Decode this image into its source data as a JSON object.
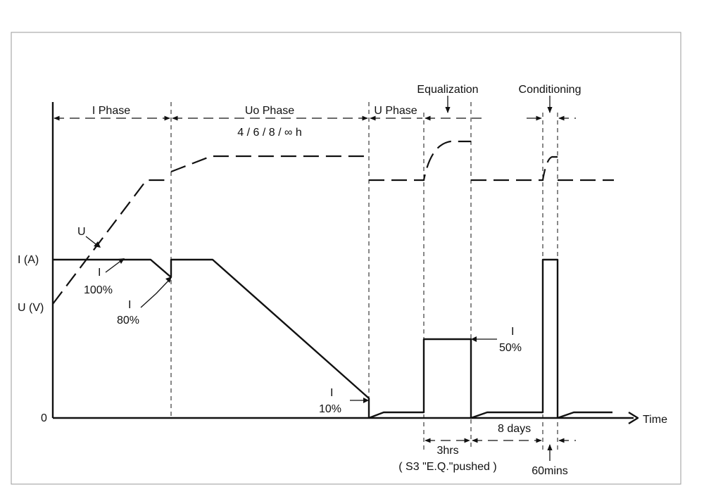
{
  "axes": {
    "y_tick_current": "I (A)",
    "y_tick_voltage": "U (V)",
    "y_tick_zero": "0",
    "x_label": "Time"
  },
  "phases": {
    "i_phase": "I Phase",
    "uo_phase": "Uo Phase",
    "uo_duration": "4 / 6 / 8 / ∞ h",
    "u_phase": "U Phase",
    "equalization": "Equalization",
    "conditioning": "Conditioning"
  },
  "curve_labels": {
    "voltage": "U",
    "current_i": "I",
    "current_100": "100%",
    "current_i_80": "I",
    "current_80": "80%",
    "current_i_10": "I",
    "current_10": "10%",
    "current_i_50": "I",
    "current_50": "50%"
  },
  "durations": {
    "eq_time": "3hrs",
    "eq_note": "( S3 \"E.Q.\"pushed )",
    "interval": "8 days",
    "cond_time": "60mins"
  },
  "colors": {
    "line": "#111111",
    "frame": "#9a9a9a",
    "background": "#ffffff"
  }
}
